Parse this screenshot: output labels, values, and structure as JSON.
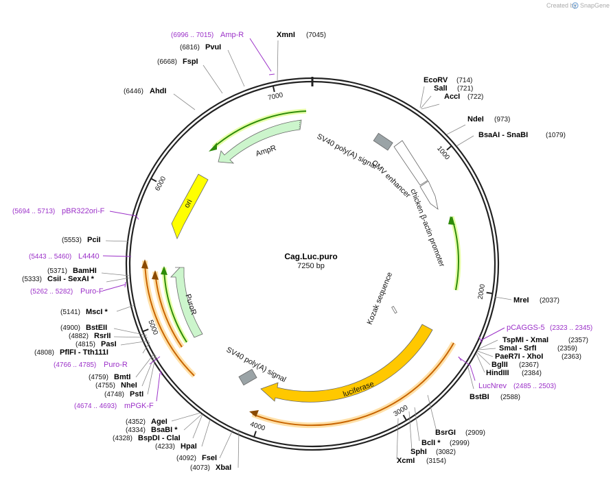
{
  "credit": {
    "prefix": "Created by",
    "brand": "SnapGene"
  },
  "plasmid": {
    "name": "Cag.Luc.puro",
    "length": "7250 bp",
    "bp": 7250
  },
  "ticks": [
    {
      "label": "1000",
      "bp": 1000
    },
    {
      "label": "2000",
      "bp": 2000
    },
    {
      "label": "3000",
      "bp": 3000
    },
    {
      "label": "4000",
      "bp": 4000
    },
    {
      "label": "5000",
      "bp": 5000
    },
    {
      "label": "6000",
      "bp": 6000
    },
    {
      "label": "7000",
      "bp": 7000
    }
  ],
  "features": {
    "ampr": {
      "label": "AmpR"
    },
    "ori": {
      "label": "ori"
    },
    "puror": {
      "label": "PuroR"
    },
    "sv40_top": {
      "label": "SV40 poly(A) signal"
    },
    "cmv": {
      "label": "CMV enhancer"
    },
    "chicken": {
      "label": "chicken β-actin promoter"
    },
    "kozak": {
      "label": "Kozak sequence"
    },
    "luciferase": {
      "label": "luciferase"
    },
    "sv40_bottom": {
      "label": "SV40 poly(A) signal"
    }
  },
  "enzymes": {
    "ecorv": {
      "name": "EcoRV",
      "pos": "(714)"
    },
    "sali": {
      "name": "SalI",
      "pos": "(721)"
    },
    "acci": {
      "name": "AccI",
      "pos": "(722)"
    },
    "ndei": {
      "name": "NdeI",
      "pos": "(973)"
    },
    "bsaai": {
      "name": "BsaAI - SnaBI",
      "pos": "(1079)"
    },
    "mrei": {
      "name": "MreI",
      "pos": "(2037)"
    },
    "tspmi": {
      "name": "TspMI - XmaI",
      "pos": "(2357)"
    },
    "smai": {
      "name": "SmaI - SrfI",
      "pos": "(2359)"
    },
    "paer7i": {
      "name": "PaeR7I - XhoI",
      "pos": "(2363)"
    },
    "bglii": {
      "name": "BglII",
      "pos": "(2367)"
    },
    "hindiii": {
      "name": "HindIII",
      "pos": "(2384)"
    },
    "bstbi": {
      "name": "BstBI",
      "pos": "(2588)"
    },
    "bsrgi": {
      "name": "BsrGI",
      "pos": "(2909)"
    },
    "bcli": {
      "name": "BclI *",
      "pos": "(2999)"
    },
    "sphi": {
      "name": "SphI",
      "pos": "(3082)"
    },
    "xcmi": {
      "name": "XcmI",
      "pos": "(3154)"
    },
    "xmni": {
      "name": "XmnI",
      "pos": "(7045)"
    },
    "pvui": {
      "name": "PvuI",
      "pos": "(6816)"
    },
    "fspi": {
      "name": "FspI",
      "pos": "(6668)"
    },
    "ahdi": {
      "name": "AhdI",
      "pos": "(6446)"
    },
    "pcii": {
      "name": "PciI",
      "pos": "(5553)"
    },
    "bamhi": {
      "name": "BamHI",
      "pos": "(5371)"
    },
    "csii": {
      "name": "CsiI - SexAI *",
      "pos": "(5333)"
    },
    "msci": {
      "name": "MscI *",
      "pos": "(5141)"
    },
    "bsteii": {
      "name": "BstEII",
      "pos": "(4900)"
    },
    "rsrii": {
      "name": "RsrII",
      "pos": "(4882)"
    },
    "pasi": {
      "name": "PasI",
      "pos": "(4815)"
    },
    "pflfi": {
      "name": "PflFI - Tth111I",
      "pos": "(4808)"
    },
    "bmti": {
      "name": "BmtI",
      "pos": "(4759)"
    },
    "nhei": {
      "name": "NheI",
      "pos": "(4755)"
    },
    "psti": {
      "name": "PstI",
      "pos": "(4748)"
    },
    "agei": {
      "name": "AgeI",
      "pos": "(4352)"
    },
    "bsabi": {
      "name": "BsaBI *",
      "pos": "(4334)"
    },
    "bspdi": {
      "name": "BspDI - ClaI",
      "pos": "(4328)"
    },
    "hpai": {
      "name": "HpaI",
      "pos": "(4233)"
    },
    "fsei": {
      "name": "FseI",
      "pos": "(4092)"
    },
    "xbai": {
      "name": "XbaI",
      "pos": "(4073)"
    }
  },
  "primers": {
    "ampr_r": {
      "range": "(6996 .. 7015)",
      "name": "Amp-R"
    },
    "pbr322ori_f": {
      "range": "(5694 .. 5713)",
      "name": "pBR322ori-F"
    },
    "l4440": {
      "range": "(5443 .. 5460)",
      "name": "L4440"
    },
    "puro_f": {
      "range": "(5262 .. 5282)",
      "name": "Puro-F"
    },
    "puro_r": {
      "range": "(4766 .. 4785)",
      "name": "Puro-R"
    },
    "mpgk_f": {
      "range": "(4674 .. 4693)",
      "name": "mPGK-F"
    },
    "pcaggs5": {
      "name": "pCAGGS-5",
      "range": "(2323 .. 2345)"
    },
    "lucnrev": {
      "name": "LucNrev",
      "range": "(2485 .. 2503)"
    }
  },
  "colors": {
    "backbone": "#222222",
    "ampr_fill": "#ccf5cc",
    "ori_fill": "#ffff00",
    "luc_fill": "#ffc800",
    "primer": "#9b30c8",
    "orf_green": "#2e8b0a",
    "orf_orange": "#c86400"
  }
}
